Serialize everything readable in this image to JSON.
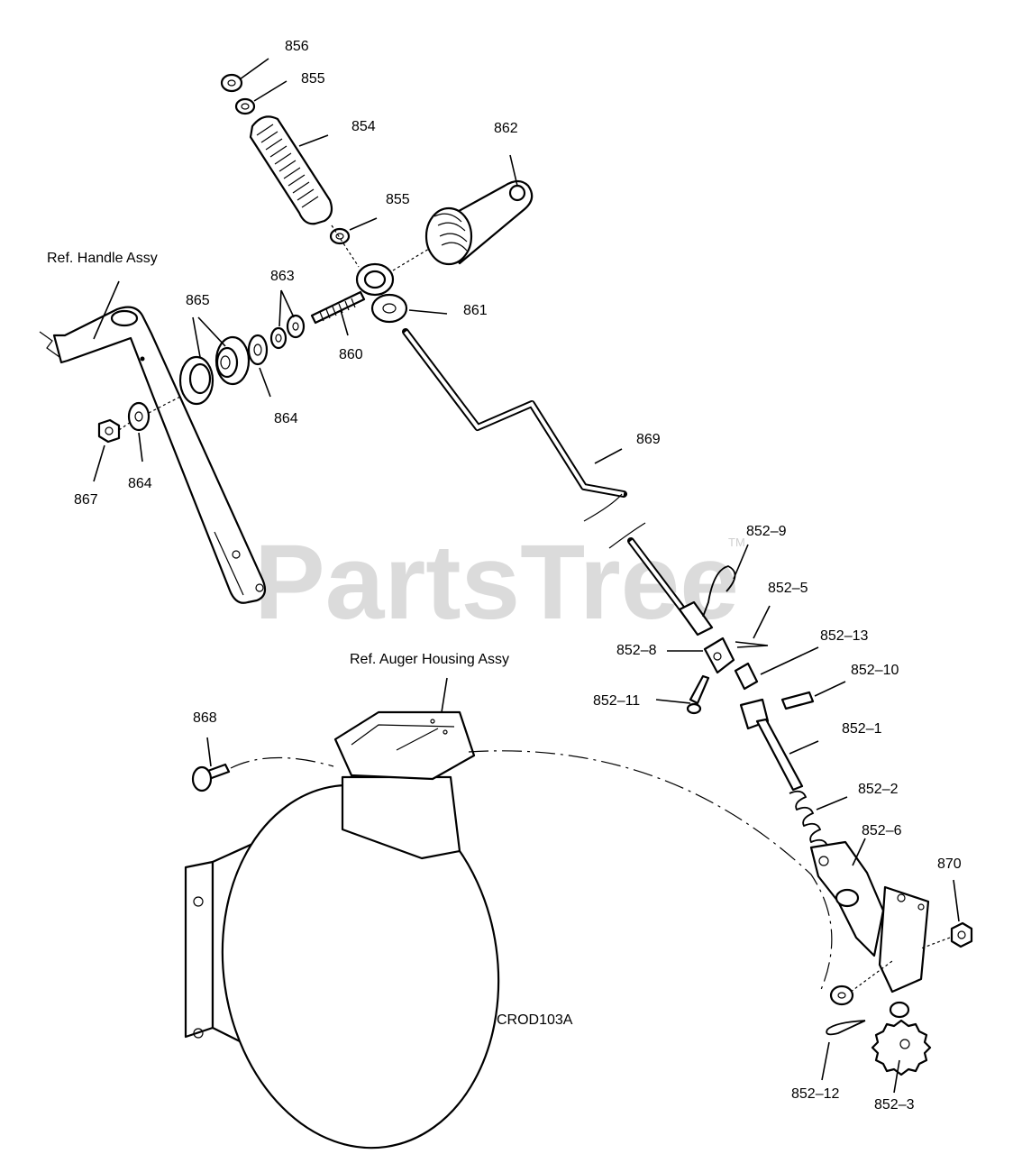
{
  "watermark": {
    "text": "PartsTree",
    "trademark": "TM"
  },
  "drawing_code": "CROD103A",
  "references": {
    "handle": "Ref. Handle Assy",
    "auger_housing": "Ref. Auger Housing Assy"
  },
  "part_labels": {
    "p856": "856",
    "p855a": "855",
    "p854": "854",
    "p862": "862",
    "p855b": "855",
    "p863": "863",
    "p865": "865",
    "p861": "861",
    "p860": "860",
    "p864a": "864",
    "p864b": "864",
    "p867": "867",
    "p869": "869",
    "p868": "868",
    "p852_9": "852–9",
    "p852_5": "852–5",
    "p852_13": "852–13",
    "p852_8": "852–8",
    "p852_10": "852–10",
    "p852_11": "852–11",
    "p852_1": "852–1",
    "p852_2": "852–2",
    "p852_6": "852–6",
    "p870": "870",
    "p852_12": "852–12",
    "p852_3": "852–3"
  }
}
